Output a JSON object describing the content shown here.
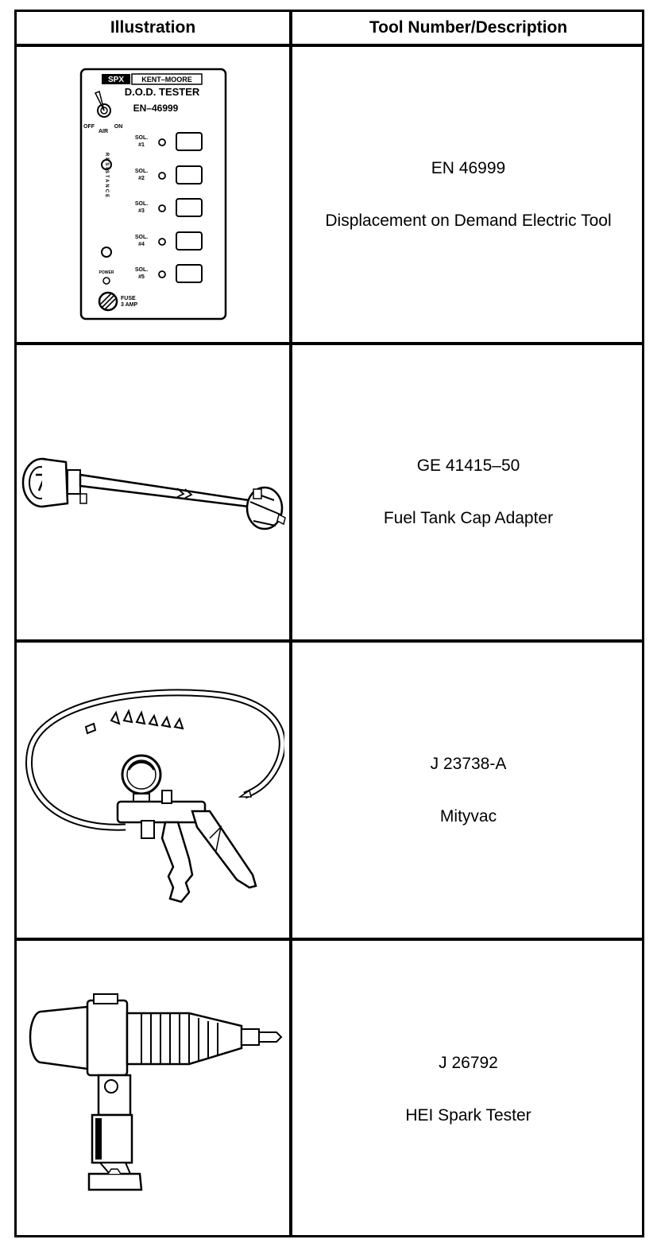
{
  "table": {
    "headers": {
      "illustration": "Illustration",
      "tool": "Tool Number/Description"
    },
    "rows": [
      {
        "number": "EN 46999",
        "description": "Displacement on Demand Electric Tool",
        "panel": {
          "brand_left": "SPX",
          "brand_right": "KENT–MOORE",
          "title": "D.O.D. TESTER",
          "model": "EN–46999",
          "switch_off": "OFF",
          "switch_air": "AIR",
          "switch_on": "ON",
          "resistance": "RESISTANCE",
          "power": "POWER",
          "fuse_label": "FUSE",
          "fuse_rating": "3 AMP",
          "sol_label": "SOL.",
          "sol_numbers": [
            "#1",
            "#2",
            "#3",
            "#4",
            "#5"
          ]
        }
      },
      {
        "number": "GE 41415–50",
        "description": "Fuel Tank Cap Adapter"
      },
      {
        "number": "J 23738-A",
        "description": "Mityvac"
      },
      {
        "number": "J 26792",
        "description": "HEI Spark Tester"
      }
    ]
  }
}
